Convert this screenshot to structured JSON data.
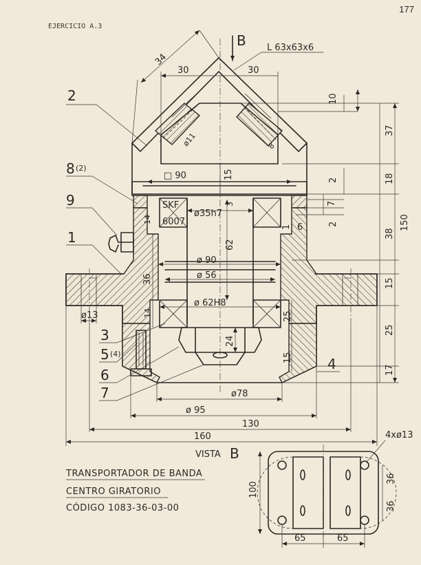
{
  "page_number": "177",
  "exercise_label": "EJERCICIO A.3",
  "view_arrow_label": "B",
  "angle_profile": "L 63x63x6",
  "labels": {
    "bearing": "SKF",
    "bearing_code": "6007",
    "shaft_fit": "ø35h7",
    "bore_fit": "ø 62H8",
    "square": "□ 90",
    "d90": "ø 90",
    "d56": "ø 56",
    "d13": "ø13",
    "d11": "ø11",
    "d78": "ø78",
    "d95": "ø 95"
  },
  "dimensions": {
    "d34": "34",
    "d30a": "30",
    "d30b": "30",
    "d10": "10",
    "d37": "37",
    "d18": "18",
    "d150": "150",
    "d38": "38",
    "d15r": "15",
    "d25r": "25",
    "d17": "17",
    "d2a": "2",
    "d7": "7",
    "d2b": "2",
    "d6": "6",
    "d1": "1",
    "d15a": "15",
    "d3": "3",
    "d62": "62",
    "d14a": "14",
    "d36": "36",
    "d14b": "14",
    "d24": "24",
    "d25": "25",
    "d15b": "15",
    "d8": "8",
    "d130": "130",
    "d160": "160"
  },
  "part_numbers": {
    "p2": "2",
    "p8": "8",
    "p8q": "(2)",
    "p9": "9",
    "p1": "1",
    "p3": "3",
    "p5": "5",
    "p5q": "(4)",
    "p6": "6",
    "p7": "7",
    "p4": "4"
  },
  "view_b": {
    "title": "VISTA",
    "letter": "B",
    "holes": "4xø13",
    "dim_100": "100",
    "dim_36a": "36",
    "dim_36b": "36",
    "dim_65a": "65",
    "dim_65b": "65"
  },
  "title_block": {
    "line1": "TRANSPORTADOR DE BANDA",
    "line2": "CENTRO GIRATORIO",
    "line3": "CÓDIGO 1083-36-03-00"
  }
}
